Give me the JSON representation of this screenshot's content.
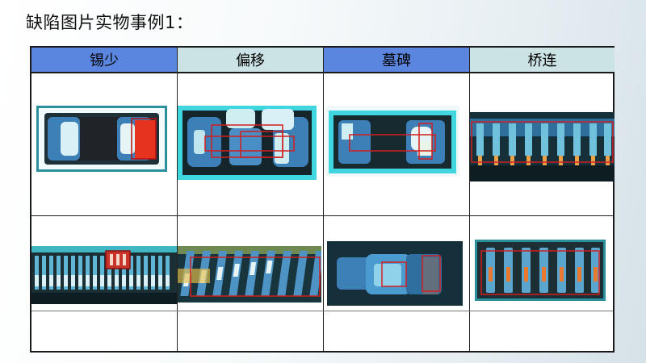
{
  "title": "缺陷图片实物事例1：",
  "table": {
    "headers": [
      "锡少",
      "偏移",
      "墓碑",
      "桥连"
    ],
    "header_colors": [
      "#5b86e0",
      "#cce3e6",
      "#5b86e0",
      "#cce3e6"
    ]
  },
  "colors": {
    "board_dark": "#14262b",
    "component_blue": "#3d7fb7",
    "pad_cyan": "#3fd6e0",
    "marker_red": "#d21f1f"
  }
}
